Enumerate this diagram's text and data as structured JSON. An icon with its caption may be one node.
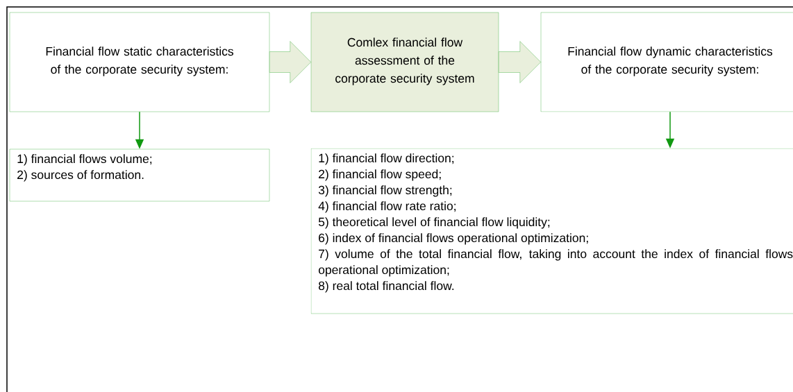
{
  "diagram": {
    "nodes": [
      {
        "text": [
          "Financial flow static characteristics of the corporate security system:"
        ]
      },
      {
        "text": [
          "Comlex financial flow assessment of the corporate security system"
        ]
      },
      {
        "text": [
          "Financial flow dynamic characteristics of the corporate security system:"
        ]
      },
      {
        "text": [
          "1) financial flows volume;",
          "2) sources of formation."
        ]
      },
      {
        "text": [
          "1) financial flow direction;",
          "2) financial flow speed;",
          "3) financial flow strength;",
          "4) financial flow rate ratio;",
          "5) theoretical level of financial flow liquidity;",
          "6) index of financial flows operational optimization;",
          "7) volume of the total financial flow, taking into account the index of financial flows operational optimization;",
          "8) real total financial flow."
        ]
      }
    ],
    "edges": [
      {
        "from": 0,
        "to": 1,
        "arrow": "to"
      },
      {
        "from": 1,
        "to": 2,
        "arrow": "to"
      },
      {
        "from": 0,
        "to": 3,
        "arrow": "to"
      },
      {
        "from": 2,
        "to": 4,
        "arrow": "to"
      }
    ]
  }
}
